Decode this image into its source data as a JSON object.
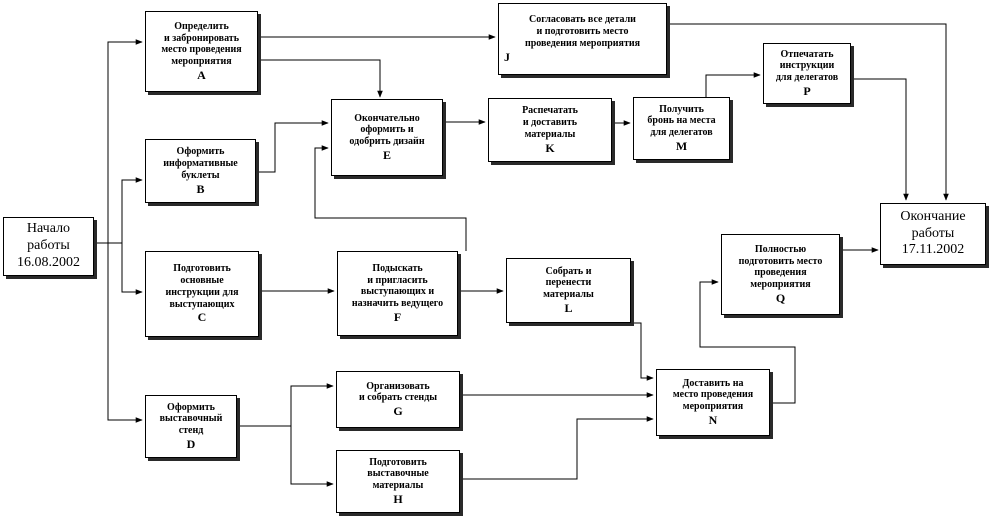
{
  "nodes": {
    "start": {
      "text": "Начало\nработы\n16.08.2002"
    },
    "end": {
      "text": "Окончание\nработы\n17.11.2002"
    },
    "A": {
      "text": "Определить\nи забронировать\nместо проведения\nмероприятия",
      "code": "A"
    },
    "B": {
      "text": "Оформить\nинформативные\nбуклеты",
      "code": "B"
    },
    "C": {
      "text": "Подготовить\nосновные\nинструкции для\nвыступающих",
      "code": "C"
    },
    "D": {
      "text": "Оформить\nвыставочный\nстенд",
      "code": "D"
    },
    "E": {
      "text": "Окончательно\nоформить и\nодобрить дизайн",
      "code": "E"
    },
    "F": {
      "text": "Подыскать\nи пригласить\nвыступающих и\nназначить ведущего",
      "code": "F"
    },
    "G": {
      "text": "Организовать\nи собрать стенды",
      "code": "G"
    },
    "H": {
      "text": "Подготовить\nвыставочные\nматериалы",
      "code": "H"
    },
    "J": {
      "text": "Согласовать все детали\nи подготовить место\nпроведения мероприятия",
      "code": "J"
    },
    "K": {
      "text": "Распечатать\nи доставить\nматериалы",
      "code": "K"
    },
    "L": {
      "text": "Собрать и\nперенести\nматериалы",
      "code": "L"
    },
    "M": {
      "text": "Получить\nбронь на места\nдля делегатов",
      "code": "M"
    },
    "N": {
      "text": "Доставить на\nместо проведения\nмероприятия",
      "code": "N"
    },
    "P": {
      "text": "Отпечатать\nинструкции\nдля делегатов",
      "code": "P"
    },
    "Q": {
      "text": "Полностью\nподготовить место\nпроведения\nмероприятия",
      "code": "Q"
    }
  }
}
